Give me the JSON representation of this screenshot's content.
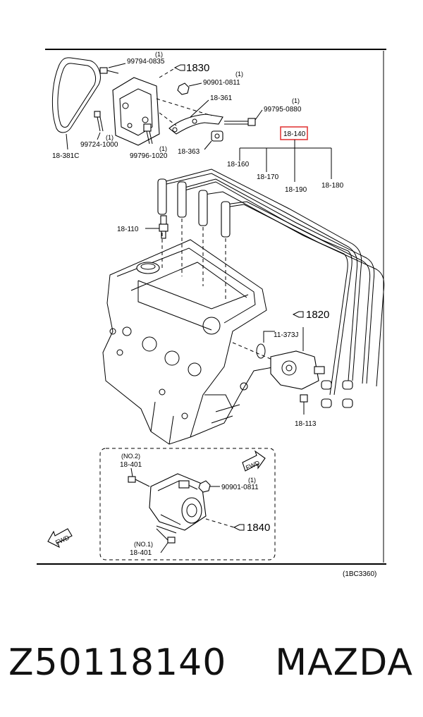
{
  "labels": {
    "p99794": "99794-0835",
    "p99794_qty": "(1)",
    "p1830": "1830",
    "p90901a": "90901-0811",
    "p90901a_qty": "(1)",
    "p18361": "18-361",
    "p99795": "99795-0880",
    "p99795_qty": "(1)",
    "p99724": "99724-1000",
    "p99724_qty": "(1)",
    "p99796": "99796-1020",
    "p99796_qty": "(1)",
    "p18381": "18-381C",
    "p18363": "18-363",
    "p18140": "18-140",
    "p18160": "18-160",
    "p18170": "18-170",
    "p18190": "18-190",
    "p18180": "18-180",
    "p18110": "18-110",
    "p1820": "1820",
    "p11373": "11-373J",
    "p18113": "18-113",
    "p18401a_no": "(NO.2)",
    "p18401a": "18-401",
    "p90901b": "90901-0811",
    "p90901b_qty": "(1)",
    "p1840": "1840",
    "p18401b_no": "(NO.1)",
    "p18401b": "18-401",
    "fwd_top": "FWD",
    "fwd_bottom": "FWD",
    "ref_code": "(1BC3360)"
  },
  "highlight_color": "#e23b3b",
  "caption": {
    "part_number": "Z50118140",
    "brand": "MAZDA"
  }
}
